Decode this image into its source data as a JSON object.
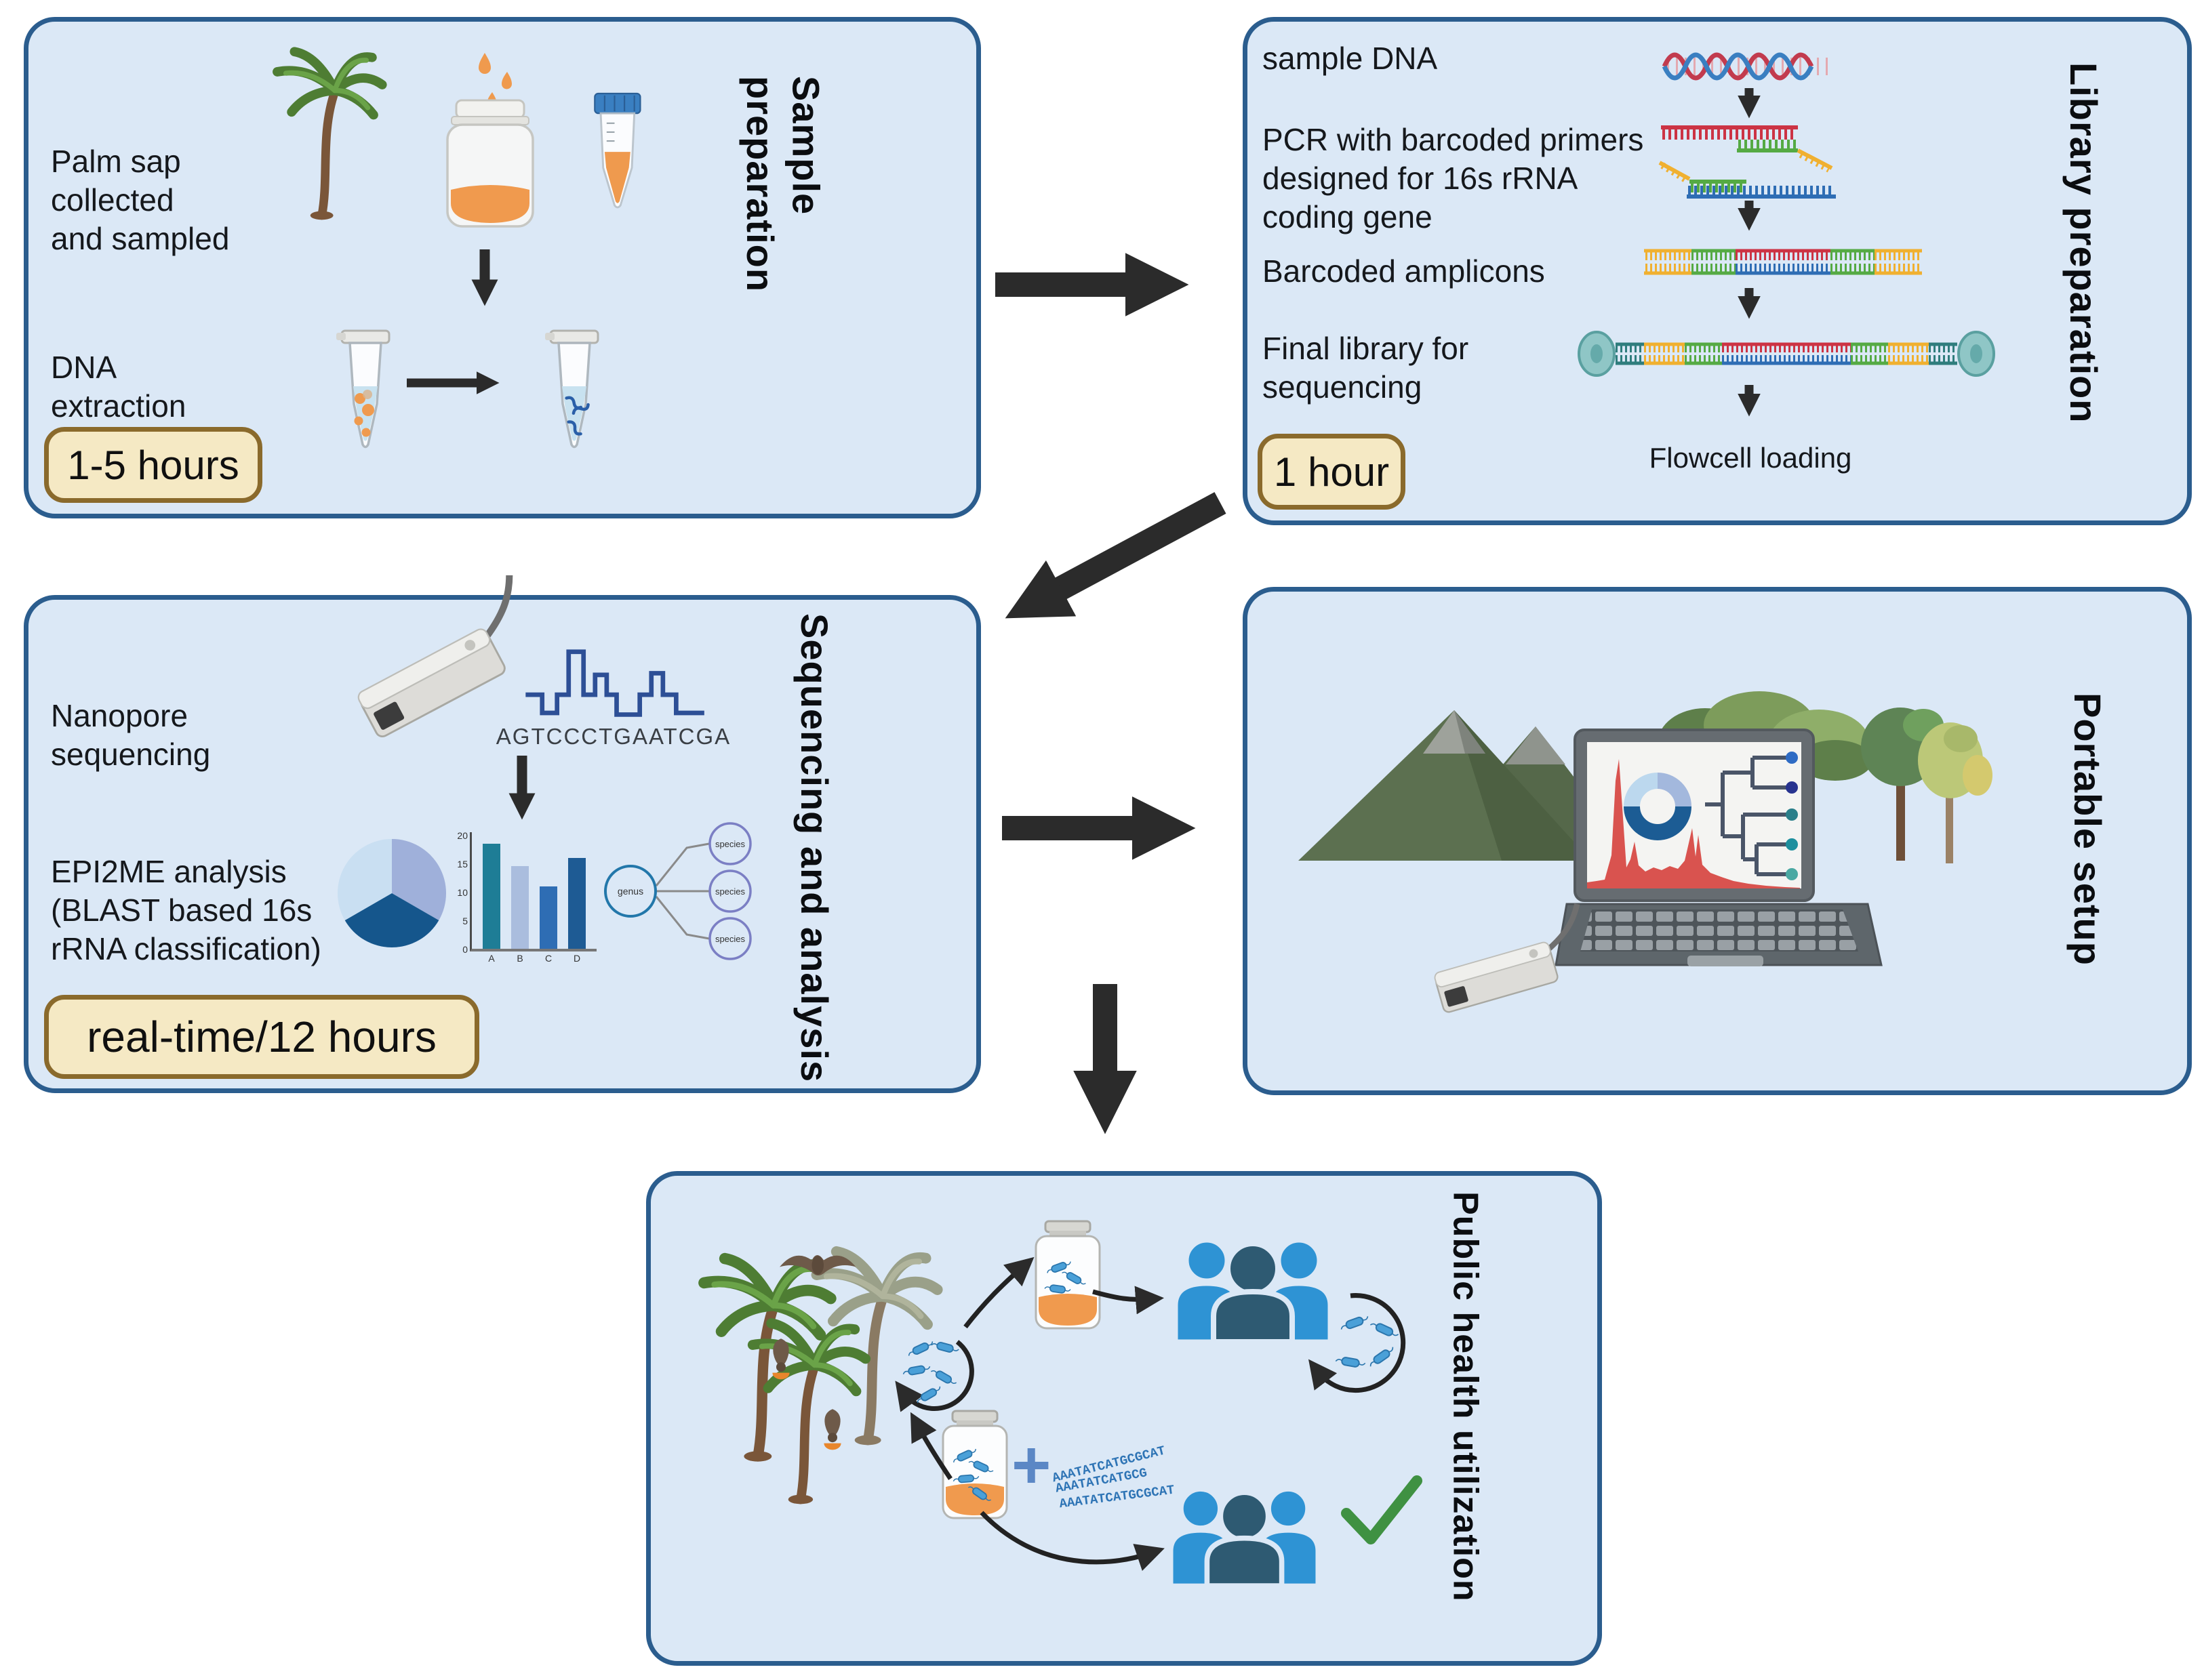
{
  "style": {
    "panel_bg": "#dbe8f6",
    "panel_border": "#2b5d8e",
    "badge_bg": "#f5e9c4",
    "badge_border": "#8a6a2c",
    "arrow_color": "#2b2b2b",
    "virus_color": "#4aa0d8",
    "people_light": "#2e93d4",
    "people_dark": "#2e5a72",
    "check_green": "#3f9142",
    "sap_orange": "#f09a4e",
    "signal_blue": "#2d4f96"
  },
  "panels": {
    "sample_prep": {
      "title": "Sample\npreparation",
      "collect_label": "Palm sap\ncollected\nand sampled",
      "extract_label": "DNA\nextraction",
      "badge": "1-5 hours"
    },
    "library_prep": {
      "title": "Library preparation",
      "step_sample_dna": "sample DNA",
      "step_pcr": "PCR with barcoded primers\ndesigned for 16s rRNA\ncoding gene",
      "step_amplicons": "Barcoded amplicons",
      "step_final_library": "Final library for\nsequencing",
      "flowcell_label": "Flowcell loading",
      "badge": "1 hour"
    },
    "sequencing": {
      "title": "Sequencing and analysis",
      "nanopore_label": "Nanopore\nsequencing",
      "read_text": "AGTCCCTGAATCGA",
      "epi2me_label": "EPI2ME analysis\n(BLAST based 16s\nrRNA classification)",
      "badge": "real-time/12 hours",
      "tree_root": "genus",
      "tree_leaf": "species"
    },
    "portable": {
      "title": "Portable setup"
    },
    "public_health": {
      "title": "Public health utilization",
      "plus_sign": "+",
      "seq_lines": [
        "AAATATCATGCGCAT",
        "AAATATCATGCG",
        "AAATATCATGCGCAT"
      ]
    }
  },
  "icons": {
    "sample_prep": [
      "palm-tree-icon",
      "sap-drops-icon",
      "sap-jar-icon",
      "falcon-tube-icon",
      "microtube-sample-icon",
      "microtube-dna-icon"
    ],
    "library_prep": [
      "dna-helix-icon",
      "pcr-primers-icon",
      "barcoded-amplicon-icon",
      "final-library-icon"
    ],
    "sequencing": [
      "minion-device-icon",
      "squiggle-signal-icon",
      "pie-chart-icon",
      "bar-chart",
      "taxonomy-tree-icon"
    ],
    "portable": [
      "mountains-icon",
      "forest-icon",
      "laptop-icon",
      "minion-device-icon"
    ],
    "public_health": [
      "palm-grove-icon",
      "flying-bat-icon",
      "hanging-bat-icons",
      "virus-icons",
      "sap-jar-icons",
      "people-group-icons",
      "checkmark-icon"
    ]
  },
  "chart_data": [
    {
      "type": "bar",
      "context": "EPI2ME mini abundance chart on Sequencing and analysis panel",
      "categories": [
        "A",
        "B",
        "C",
        "D"
      ],
      "values": [
        18.5,
        14.5,
        11,
        16
      ],
      "ylim": [
        0,
        20
      ],
      "yticks": [
        0,
        5,
        10,
        15,
        20
      ],
      "bar_colors": [
        "#1e7d96",
        "#aabdde",
        "#2e6db4",
        "#1e5b94"
      ],
      "xlabel": "",
      "ylabel": "",
      "grid": false,
      "legend": false
    },
    {
      "type": "pie",
      "context": "EPI2ME mini composition pie on Sequencing and analysis panel",
      "values": [
        33.3,
        33.3,
        33.4
      ],
      "labels": [
        "",
        "",
        ""
      ],
      "colors": [
        "#c9dff2",
        "#9fb0da",
        "#15568c"
      ]
    }
  ]
}
